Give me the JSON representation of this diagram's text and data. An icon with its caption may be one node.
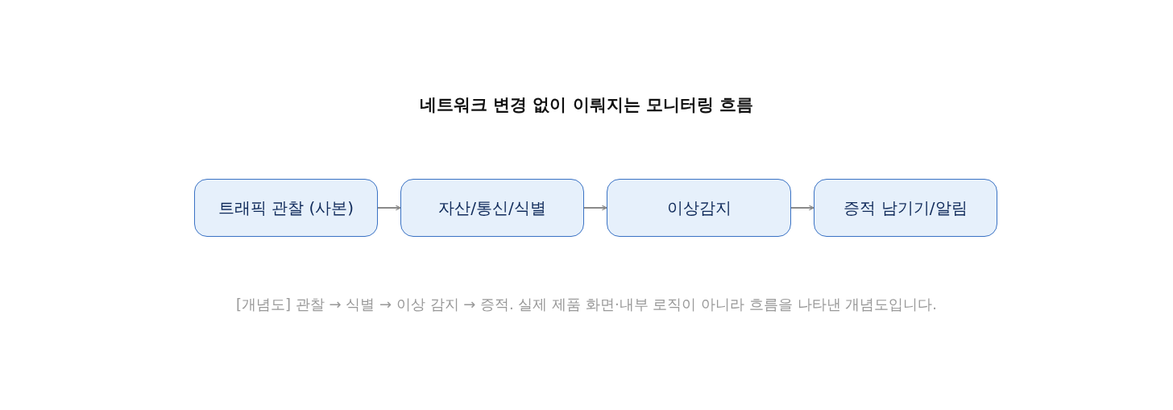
{
  "diagram": {
    "title": "네트워크 변경 없이 이뤄지는 모니터링 흐름",
    "caption": "[개념도] 관찰 → 식별 → 이상 감지 → 증적. 실제 제품 화면·내부 로직이 아니라 흐름을 나타낸 개념도입니다.",
    "nodes": [
      {
        "text": [
          "트래픽 관찰 (사본)"
        ]
      },
      {
        "text": [
          "자산/통신/식별"
        ]
      },
      {
        "text": [
          "이상감지"
        ]
      },
      {
        "text": [
          "증적 남기기/알림"
        ]
      }
    ],
    "edges": [
      {
        "from": 0,
        "to": 1,
        "arrow": "to"
      },
      {
        "from": 1,
        "to": 2,
        "arrow": "to"
      },
      {
        "from": 2,
        "to": 3,
        "arrow": "to"
      }
    ]
  }
}
